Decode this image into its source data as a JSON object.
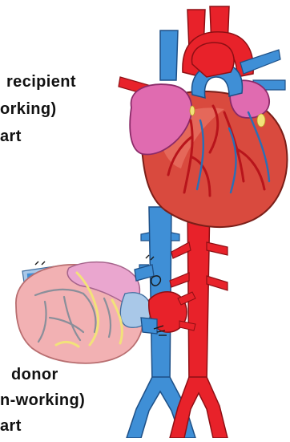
{
  "labels": {
    "recipient": {
      "line1": "recipient",
      "line2": "orking)",
      "line3": "art"
    },
    "donor": {
      "line1": "donor",
      "line2": "n-working)",
      "line3": "art"
    }
  },
  "colors": {
    "vein_blue": "#3f8fd6",
    "artery_red": "#e8222a",
    "recipient_heart": "#d94a3e",
    "atrium_pink": "#e06bb0",
    "donor_heart": "#f2b1b3",
    "donor_atrium": "#eaa6cf",
    "donor_vessel_light_blue": "#a9c8e8",
    "coronary_red": "#b8141b",
    "coronary_blue": "#2a6fb5",
    "fat_yellow": "#f2e27a"
  }
}
